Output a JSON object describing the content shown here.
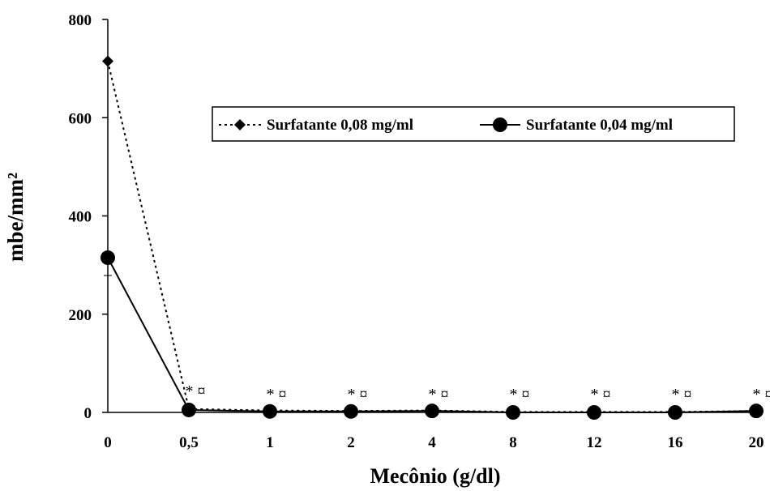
{
  "chart_data": {
    "type": "line",
    "xlabel": "Mecônio (g/dl)",
    "ylabel": "mbe/mm²",
    "categories": [
      "0",
      "0,5",
      "1",
      "2",
      "4",
      "8",
      "12",
      "16",
      "20"
    ],
    "ylim": [
      0,
      800
    ],
    "yticks": [
      "0",
      "200",
      "400",
      "600",
      "800"
    ],
    "legend_position": "top-right",
    "grid": false,
    "series": [
      {
        "name": "Surfatante 0,08 mg/ml",
        "values": [
          715,
          7,
          4,
          3,
          4,
          1,
          1,
          1,
          3
        ],
        "line_style": "dotted",
        "marker": "diamond",
        "color": "#000000"
      },
      {
        "name": "Surfatante 0,04 mg/ml",
        "values": [
          315,
          5,
          2,
          2,
          3,
          0,
          0,
          0,
          3
        ],
        "line_style": "solid",
        "marker": "circle",
        "color": "#000000"
      }
    ],
    "annotations": [
      "* ¤",
      "* ¤",
      "* ¤",
      "* ¤",
      "* ¤",
      "* ¤",
      "* ¤",
      "* ¤"
    ]
  }
}
